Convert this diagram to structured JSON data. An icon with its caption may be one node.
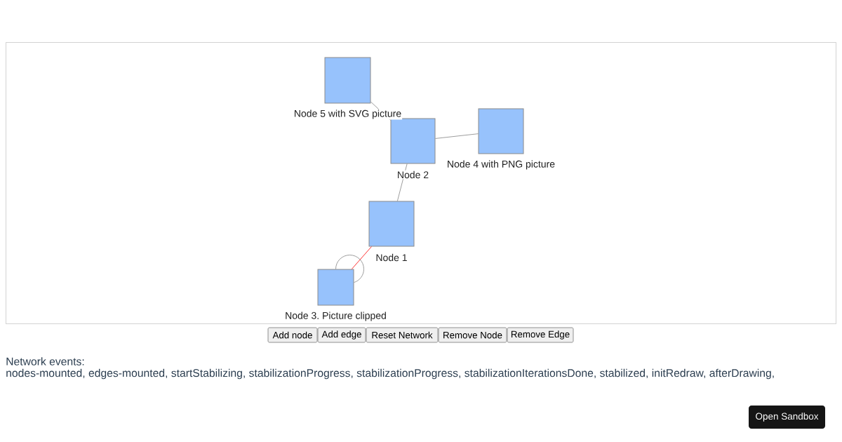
{
  "diagram": {
    "nodes": [
      {
        "text": [
          "Node 5 with SVG picture"
        ]
      },
      {
        "text": [
          "Node 4 with PNG picture"
        ]
      },
      {
        "text": [
          "Node 2"
        ]
      },
      {
        "text": [
          "Node 1"
        ]
      },
      {
        "text": [
          "Node 3. Picture clipped"
        ]
      },
      {
        "text": [
          "Add node"
        ]
      },
      {
        "text": [
          "Add edge"
        ]
      },
      {
        "text": [
          "Reset Network"
        ]
      },
      {
        "text": [
          "Remove Node"
        ]
      },
      {
        "text": [
          "Remove Edge"
        ]
      },
      {
        "text": [
          "Open Sandbox"
        ]
      }
    ],
    "edges": [
      {
        "from": 0,
        "to": 2,
        "arrow": "none"
      },
      {
        "from": 2,
        "to": 1,
        "arrow": "none"
      },
      {
        "from": 2,
        "to": 3,
        "arrow": "none"
      },
      {
        "from": 3,
        "to": 4,
        "arrow": "none",
        "color": "#ff0000"
      },
      {
        "from": 4,
        "to": 4,
        "arrow": "none"
      }
    ],
    "labels": [
      "Network events:",
      "nodes-mounted, edges-mounted, startStabilizing, stabilizationProgress, stabilizationProgress, stabilizationIterationsDone, stabilized, initRedraw, afterDrawing,"
    ]
  }
}
